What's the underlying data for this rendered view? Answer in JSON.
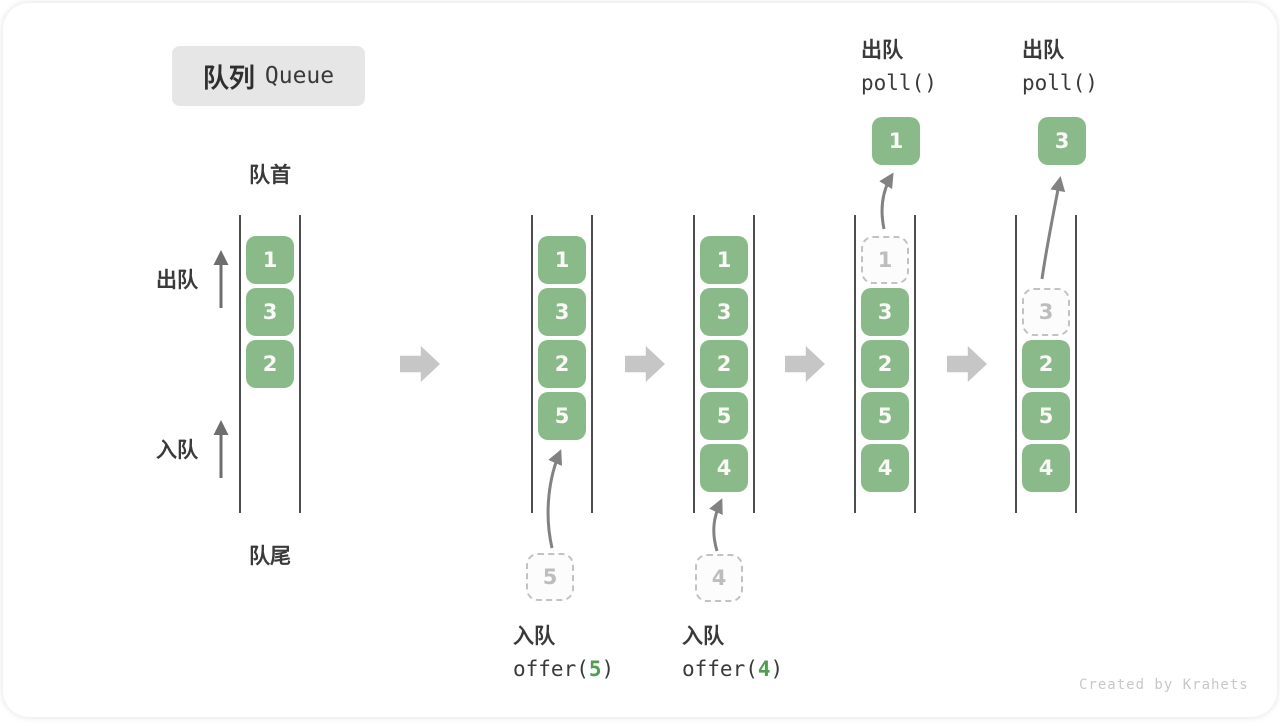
{
  "title": {
    "zh": "队列",
    "en": "Queue"
  },
  "labels": {
    "front": "队首",
    "rear": "队尾",
    "dequeue": "出队",
    "enqueue": "入队"
  },
  "colors": {
    "box_green": "#8aba8a",
    "accent_green": "#4f9e4f",
    "block_arrow_gray": "#c6c6c6",
    "thin_arrow_gray": "#828282",
    "channel_line": "#4d4d4d",
    "text_ink": "#3a3a3a",
    "ghost_gray": "#bdbdbd"
  },
  "columns": [
    {
      "name": "state-1",
      "cells": [
        {
          "value": "1"
        },
        {
          "value": "3"
        },
        {
          "value": "2"
        }
      ]
    },
    {
      "name": "state-2",
      "cells": [
        {
          "value": "1"
        },
        {
          "value": "3"
        },
        {
          "value": "2"
        },
        {
          "value": "5"
        }
      ],
      "incoming": {
        "value": "5"
      }
    },
    {
      "name": "state-3",
      "cells": [
        {
          "value": "1"
        },
        {
          "value": "3"
        },
        {
          "value": "2"
        },
        {
          "value": "5"
        },
        {
          "value": "4"
        }
      ],
      "incoming": {
        "value": "4"
      }
    },
    {
      "name": "state-4",
      "ghost": {
        "value": "1"
      },
      "cells": [
        {
          "value": "3"
        },
        {
          "value": "2"
        },
        {
          "value": "5"
        },
        {
          "value": "4"
        }
      ],
      "outgoing": {
        "value": "1"
      }
    },
    {
      "name": "state-5",
      "ghost": {
        "value": "3"
      },
      "cells": [
        {
          "value": "2"
        },
        {
          "value": "5"
        },
        {
          "value": "4"
        }
      ],
      "outgoing": {
        "value": "3"
      }
    }
  ],
  "operations": {
    "enqueue_5": {
      "label": "入队",
      "code_prefix": "offer(",
      "arg": "5",
      "code_suffix": ")"
    },
    "enqueue_4": {
      "label": "入队",
      "code_prefix": "offer(",
      "arg": "4",
      "code_suffix": ")"
    },
    "dequeue_1": {
      "label": "出队",
      "code": "poll()"
    },
    "dequeue_2": {
      "label": "出队",
      "code": "poll()"
    }
  },
  "watermark": "Created by Krahets"
}
